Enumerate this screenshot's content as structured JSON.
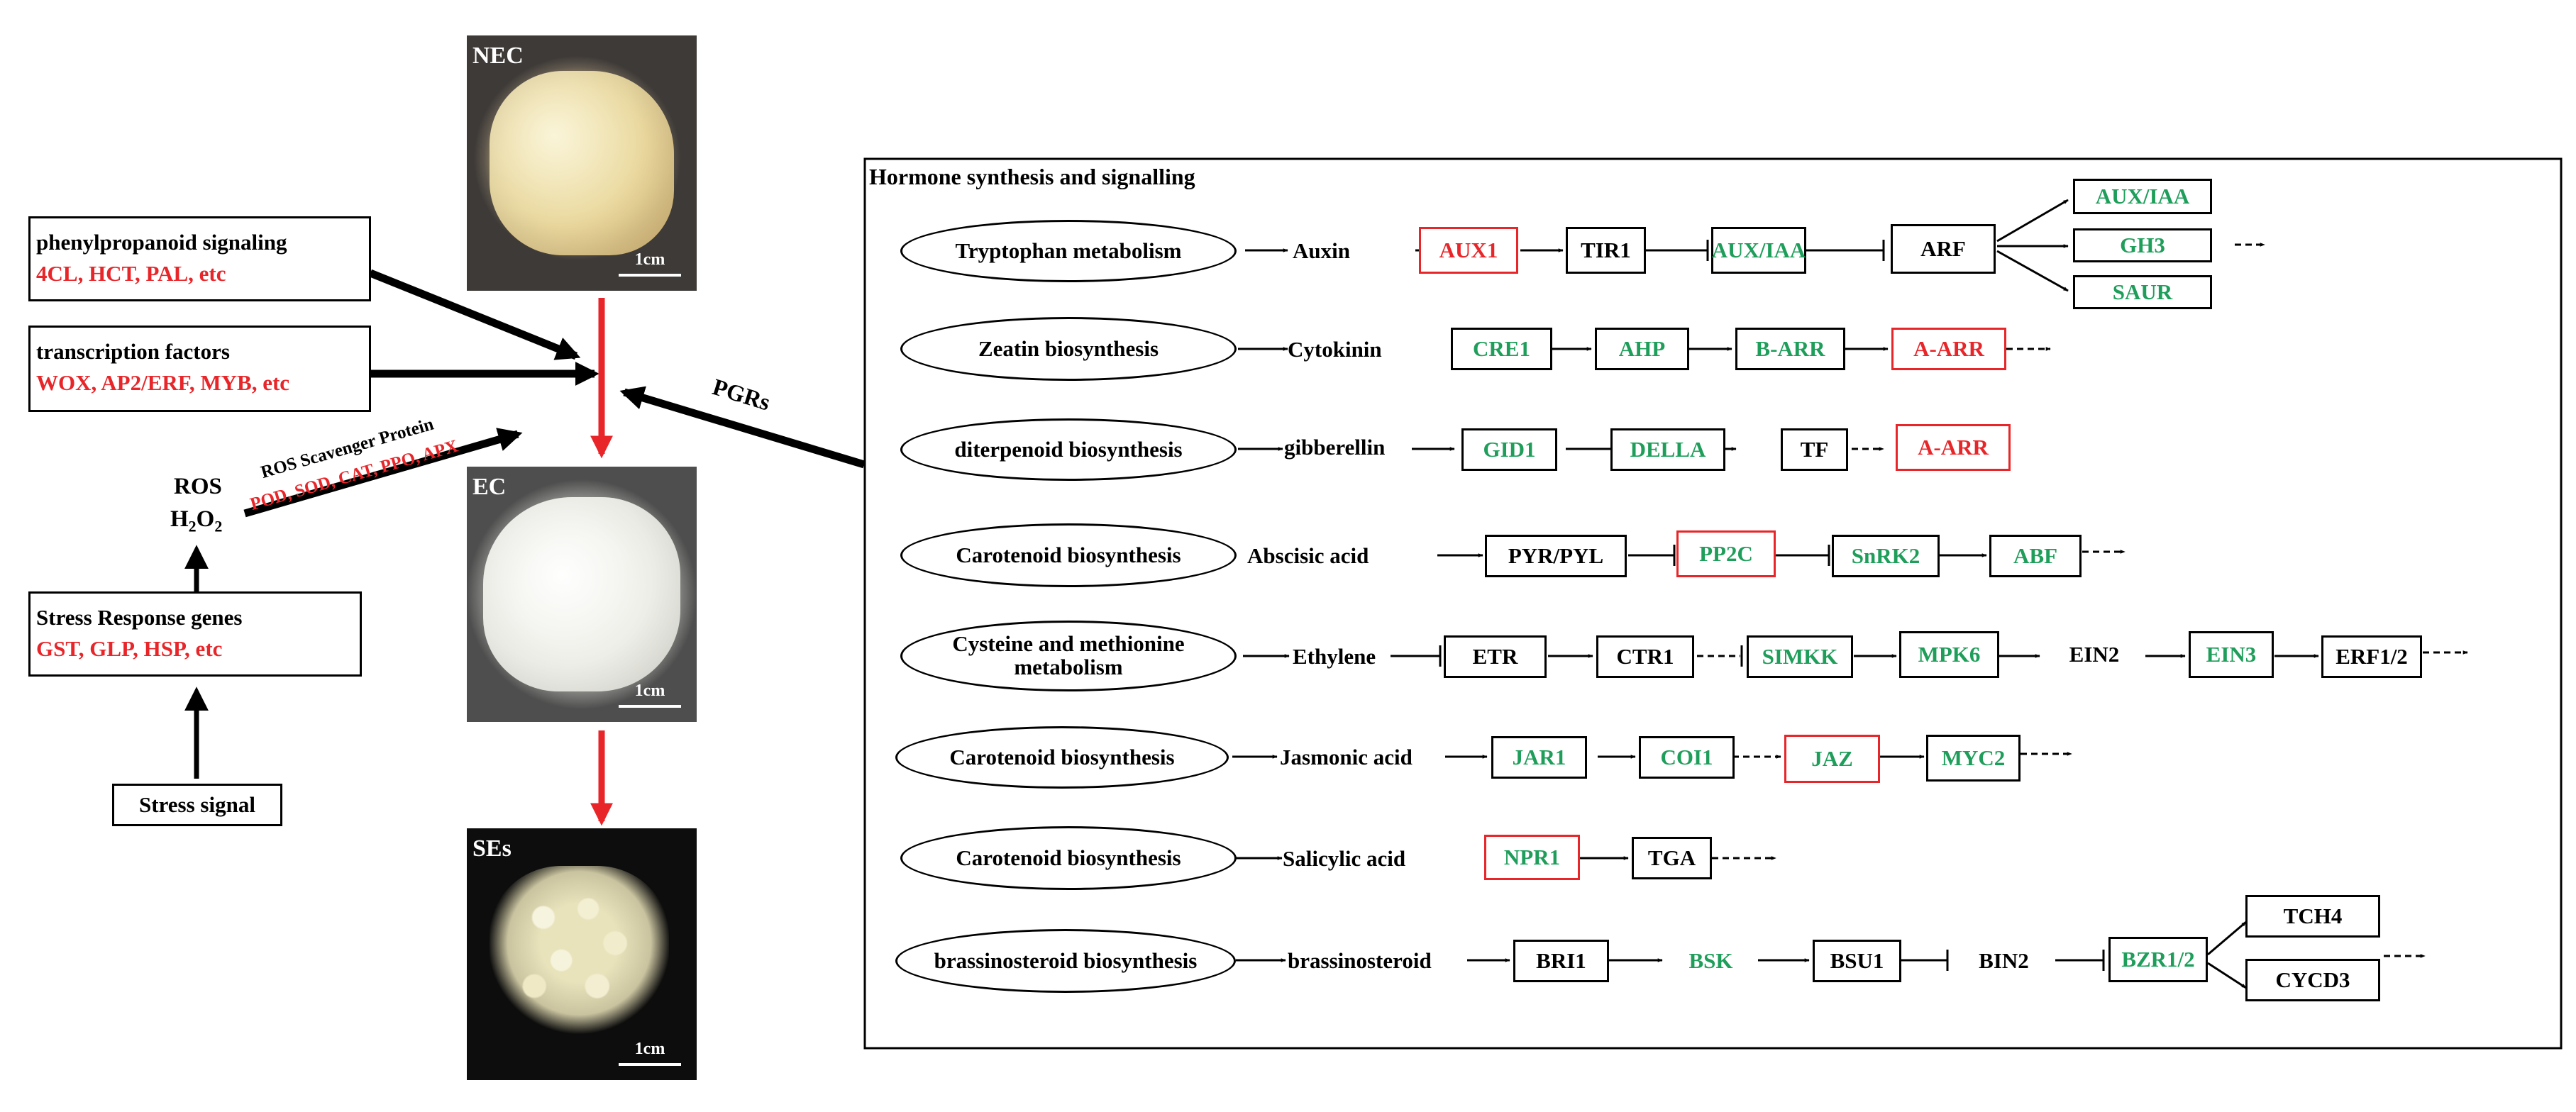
{
  "photos": {
    "nec": {
      "label": "NEC",
      "scale": "1cm"
    },
    "ec": {
      "label": "EC",
      "scale": "1cm"
    },
    "ses": {
      "label": "SEs",
      "scale": "1cm"
    }
  },
  "left": {
    "phenyl": {
      "title": "phenylpropanoid signaling",
      "genes": "4CL, HCT, PAL, etc"
    },
    "tf": {
      "title": "transcription factors",
      "genes": "WOX, AP2/ERF, MYB, etc"
    },
    "ros": {
      "line1": "ROS",
      "h2o2_h": "H",
      "h2o2_2a": "2",
      "h2o2_o": "O",
      "h2o2_2b": "2"
    },
    "ros_scavenger": {
      "title": "ROS Scavenger Protein",
      "genes": "POD, SOD, CAT, PPO, APX"
    },
    "stress_genes": {
      "title": "Stress Response genes",
      "genes": "GST, GLP, HSP, etc"
    },
    "stress_signal": "Stress signal",
    "pgrs": "PGRs"
  },
  "panel": {
    "title": "Hormone synthesis and signalling",
    "rows": [
      {
        "pathway": "Tryptophan metabolism",
        "hormone": "Auxin",
        "nodes": [
          "AUX1",
          "TIR1",
          "AUX/IAA",
          "ARF"
        ],
        "branches": [
          "AUX/IAA",
          "GH3",
          "SAUR"
        ]
      },
      {
        "pathway": "Zeatin biosynthesis",
        "hormone": "Cytokinin",
        "nodes": [
          "CRE1",
          "AHP",
          "B-ARR",
          "A-ARR"
        ]
      },
      {
        "pathway": "diterpenoid biosynthesis",
        "hormone": "gibberellin",
        "nodes": [
          "GID1",
          "DELLA",
          "TF",
          "A-ARR"
        ]
      },
      {
        "pathway": "Carotenoid biosynthesis",
        "hormone": "Abscisic acid",
        "nodes": [
          "PYR/PYL",
          "PP2C",
          "SnRK2",
          "ABF"
        ]
      },
      {
        "pathway_line1": "Cysteine and methionine",
        "pathway_line2": "metabolism",
        "hormone": "Ethylene",
        "nodes": [
          "ETR",
          "CTR1",
          "SIMKK",
          "MPK6",
          "EIN2",
          "EIN3",
          "ERF1/2"
        ]
      },
      {
        "pathway": "Carotenoid biosynthesis",
        "hormone": "Jasmonic acid",
        "nodes": [
          "JAR1",
          "COI1",
          "JAZ",
          "MYC2"
        ]
      },
      {
        "pathway": "Carotenoid biosynthesis",
        "hormone": "Salicylic acid",
        "nodes": [
          "NPR1",
          "TGA"
        ]
      },
      {
        "pathway": "brassinosteroid biosynthesis",
        "hormone": "brassinosteroid",
        "nodes": [
          "BRI1",
          "BSK",
          "BSU1",
          "BIN2",
          "BZR1/2"
        ],
        "branches": [
          "TCH4",
          "CYCD3"
        ]
      }
    ]
  },
  "colors": {
    "green": "#1e9e5a",
    "red": "#e8262a",
    "black": "#000000"
  }
}
